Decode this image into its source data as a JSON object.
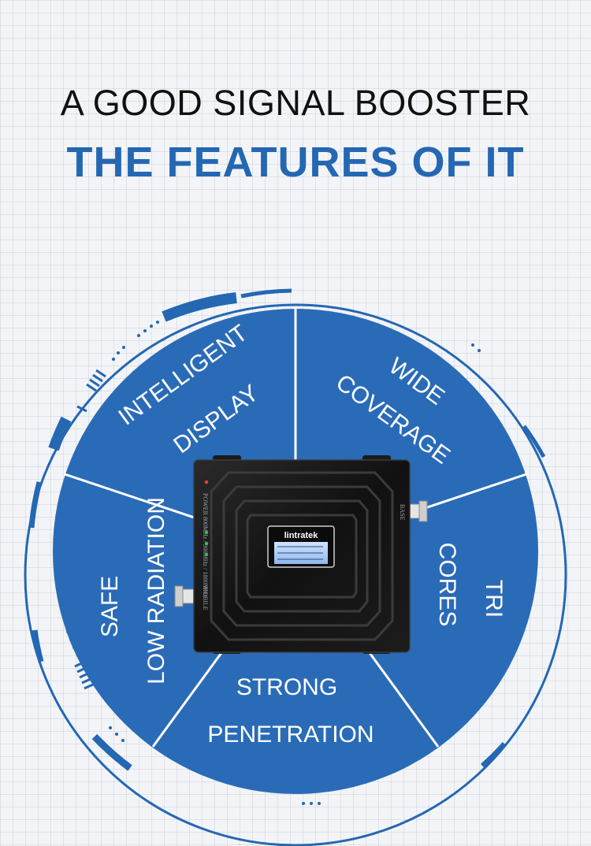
{
  "header": {
    "title": "A GOOD SIGNAL BOOSTER",
    "subtitle": "THE FEATURES OF IT"
  },
  "features": {
    "intelligent_display": {
      "line1": "INTELLIGENT",
      "line2": "DISPLAY"
    },
    "wide_coverage": {
      "line1": "WIDE",
      "line2": "COVERAGE"
    },
    "tri_cores": {
      "line1": "TRI",
      "line2": "CORES"
    },
    "strong_penetration": {
      "line1": "STRONG",
      "line2": "PENETRATION"
    },
    "safe_low_radiation": {
      "line1": "SAFE",
      "line2": "LOW RADIATION"
    }
  },
  "device": {
    "brand": "lintratek",
    "label_power": "POWER",
    "label_bands": "800MHz / 900MHz / 1800MHz",
    "label_mobile": "MOBILE",
    "label_base": "BASE"
  },
  "colors": {
    "accent": "#2467b3",
    "disc": "#2a6bb8",
    "divider": "#ffffff",
    "device": "#151515"
  }
}
